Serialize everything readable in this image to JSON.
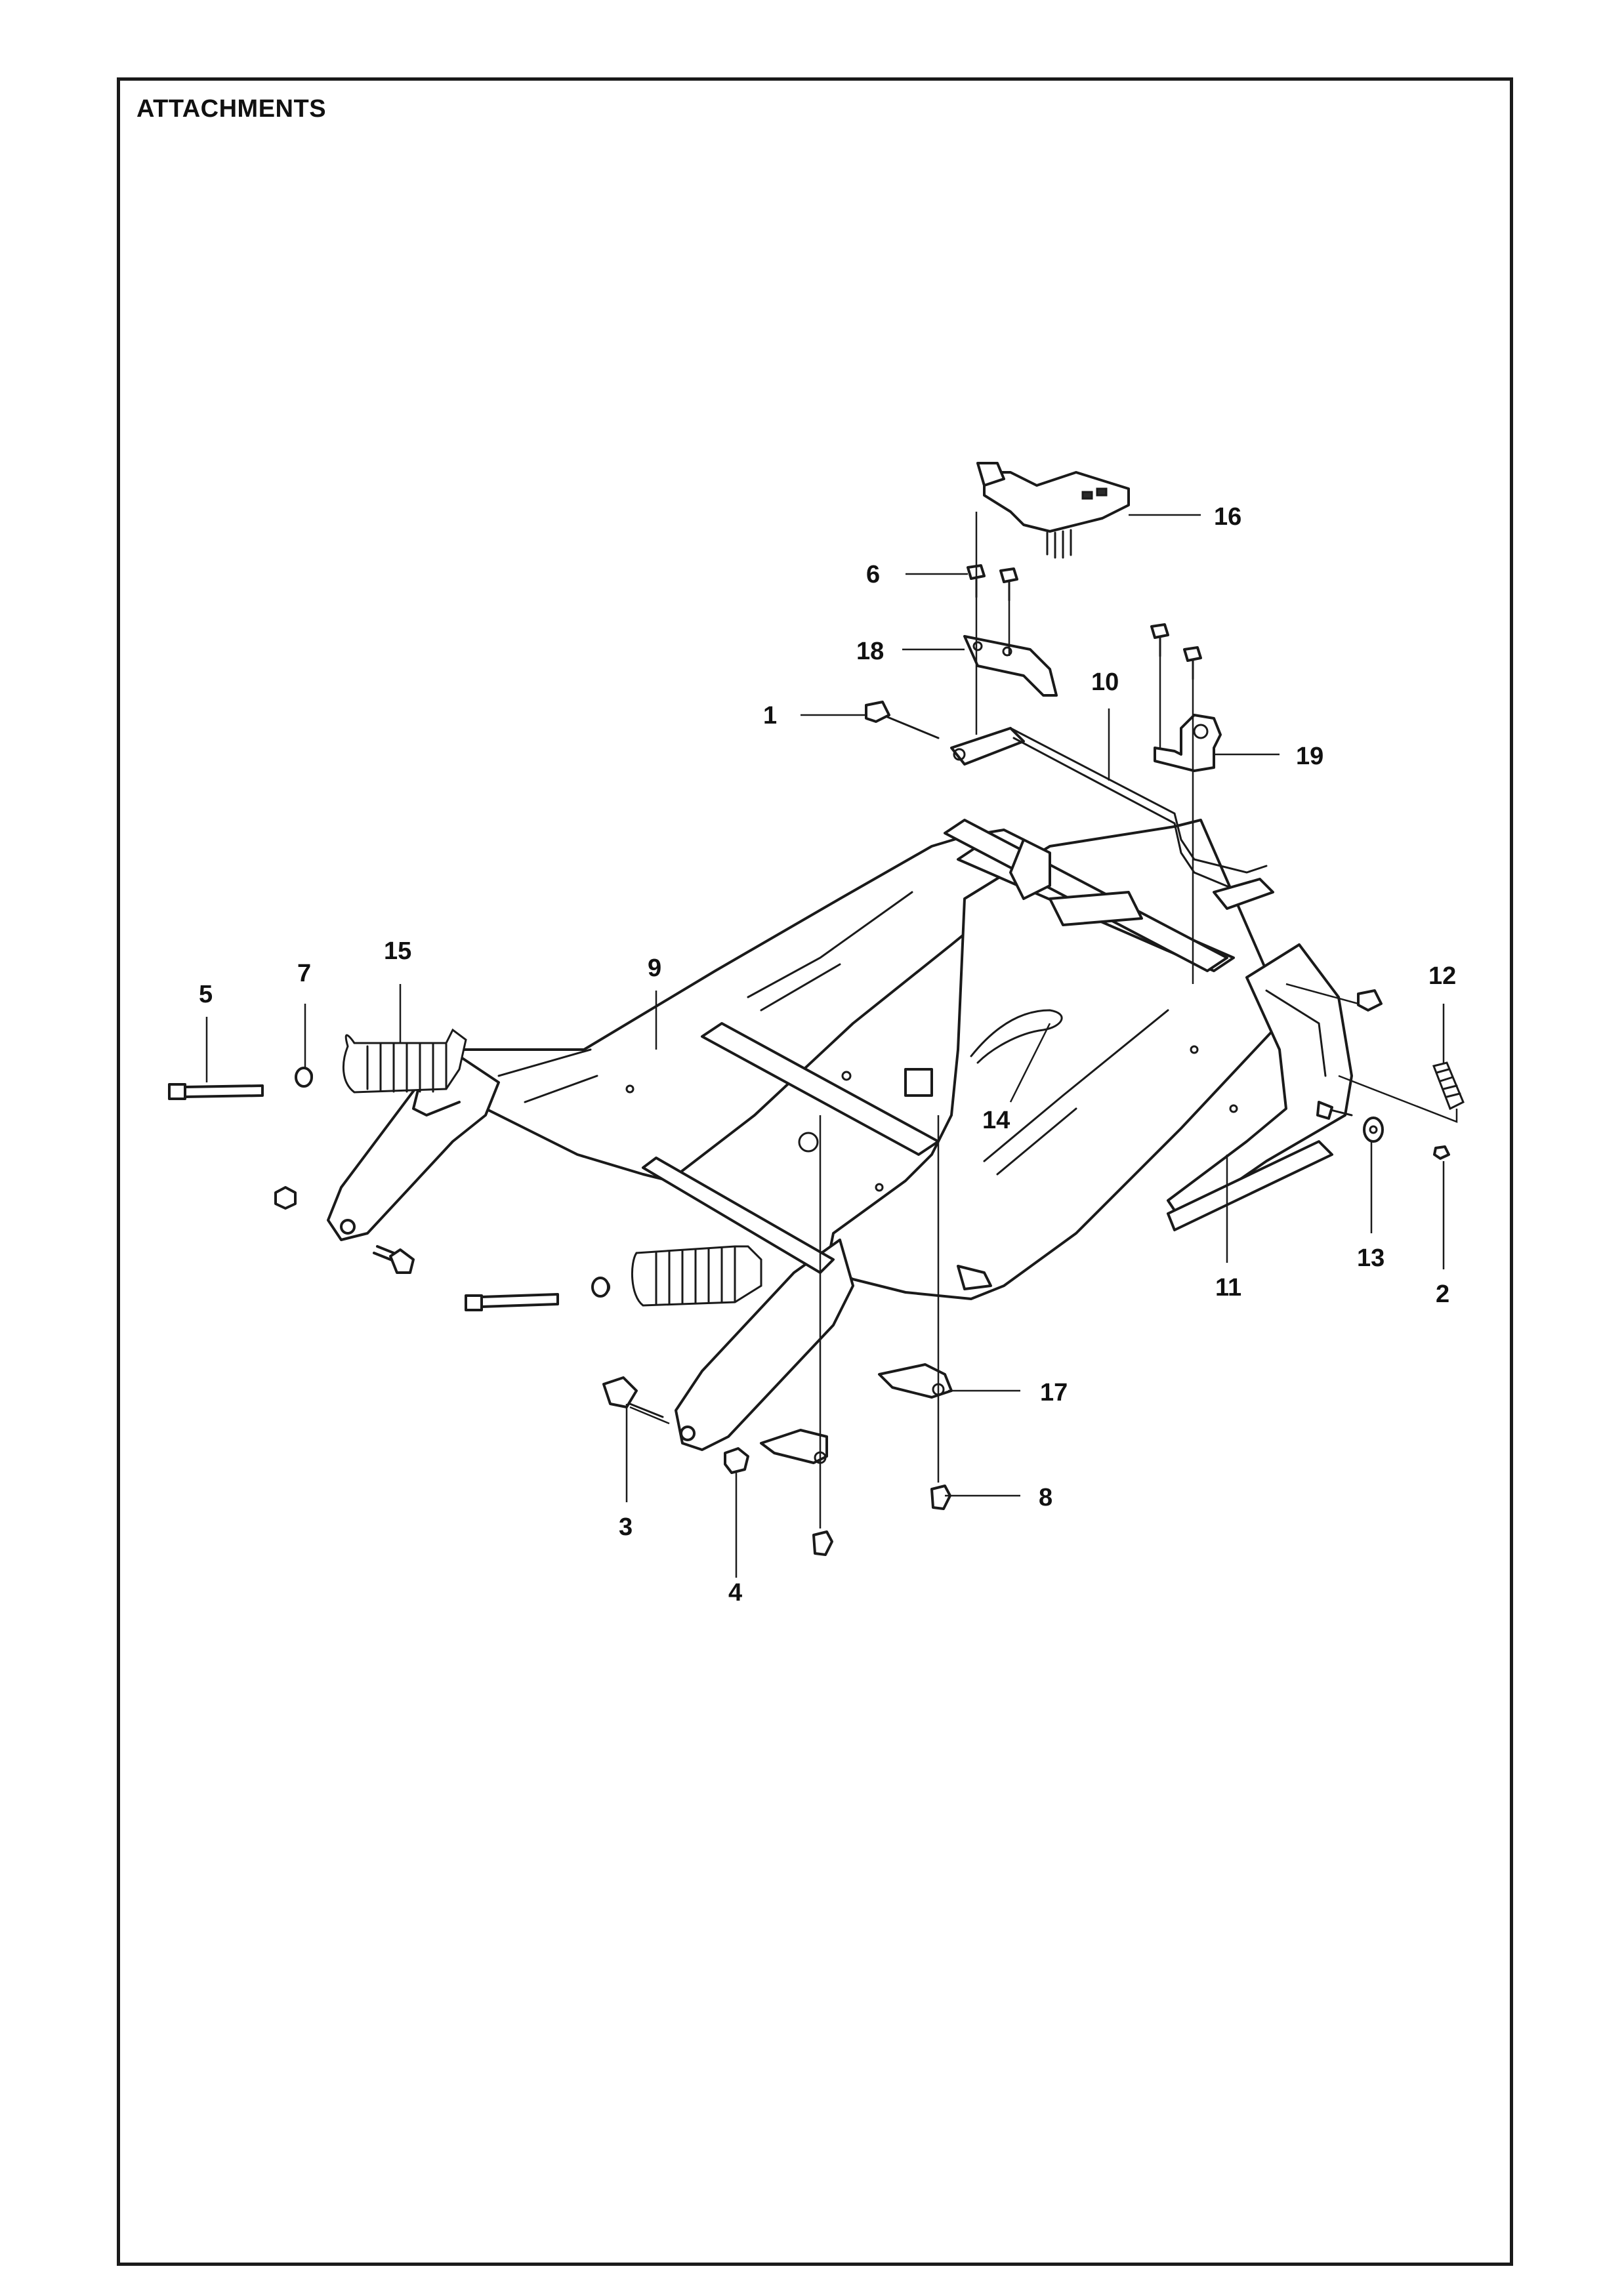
{
  "title": "ATTACHMENTS",
  "callouts": {
    "c1": "1",
    "c2": "2",
    "c3": "3",
    "c4": "4",
    "c5": "5",
    "c6": "6",
    "c7": "7",
    "c8": "8",
    "c9": "9",
    "c10": "10",
    "c11": "11",
    "c12": "12",
    "c13": "13",
    "c14": "14",
    "c15": "15",
    "c16": "16",
    "c17": "17",
    "c18": "18",
    "c19": "19"
  }
}
